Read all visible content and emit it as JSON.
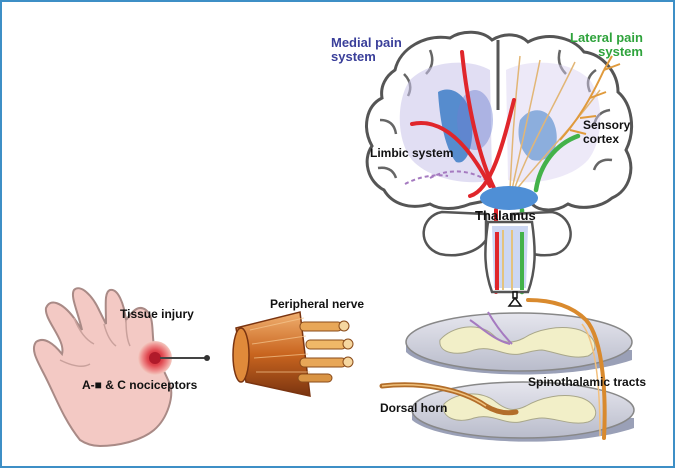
{
  "labels": {
    "medial_line1": "Medial pain",
    "medial_line2": "system",
    "lateral_line1": "Lateral pain",
    "lateral_line2": "system",
    "sensory_line1": "Sensory",
    "sensory_line2": "cortex",
    "limbic": "Limbic system",
    "thalamus": "Thalamus",
    "tissue_injury": "Tissue injury",
    "peripheral_nerve": "Peripheral nerve",
    "nociceptors": "A-■ & C nociceptors",
    "spinothalamic": "Spinothalamic tracts",
    "dorsal_horn": "Dorsal horn"
  },
  "colors": {
    "frame": "#3d8fc6",
    "medial_text": "#3a3f9a",
    "lateral_text": "#2fa33c",
    "medial_pathway": "#e0262b",
    "lateral_pathway": "#43b24a",
    "sensory_fibers": "#e2a04a",
    "thalamus": "#4f8fd6",
    "nerve": "#c9651f"
  }
}
